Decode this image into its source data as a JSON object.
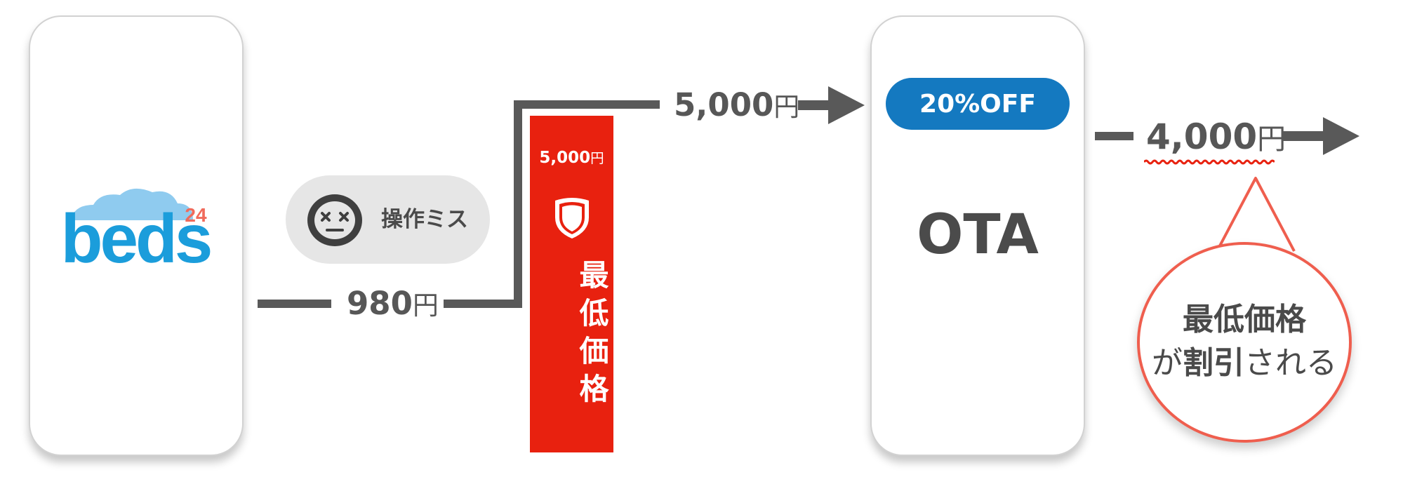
{
  "beds_logo": {
    "word": "beds",
    "superscript": "24",
    "colors": {
      "word": "#1b9ddb",
      "cloud": "#8fcbef",
      "superscript": "#f06a5b"
    }
  },
  "mistake": {
    "icon": "dizzy-face-icon",
    "label": "操作ミス"
  },
  "flow": {
    "input_price": {
      "amount": "980",
      "unit": "円"
    },
    "sent_price": {
      "amount": "5,000",
      "unit": "円"
    },
    "output_price": {
      "amount": "4,000",
      "unit": "円"
    }
  },
  "min_price_block": {
    "price_amount": "5,000",
    "price_unit": "円",
    "icon": "shield-icon",
    "label": "最低価格",
    "color": "#e8210f"
  },
  "ota": {
    "badge": "20%OFF",
    "label": "OTA",
    "badge_color": "#1479c0"
  },
  "callout": {
    "line1": "最低価格",
    "line2_prefix": "が",
    "line2_bold": "割引",
    "line2_suffix": "される",
    "border_color": "#ef5e4e"
  }
}
